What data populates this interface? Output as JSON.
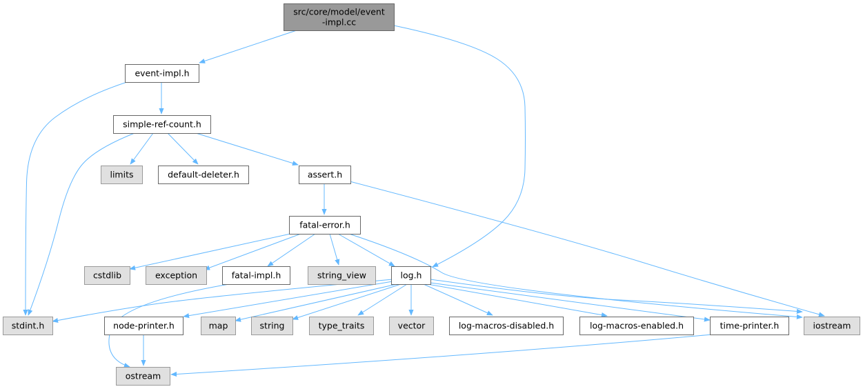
{
  "colors": {
    "edge": "#63b8ff",
    "root_fill": "#999999",
    "project_fill": "#ffffff",
    "system_fill": "#e0e0e0",
    "system_stroke": "#999999",
    "border": "#666666"
  },
  "nodes": {
    "root": {
      "lines": [
        "src/core/model/event",
        "-impl.cc"
      ],
      "kind": "root"
    },
    "event_impl": {
      "lines": [
        "event-impl.h"
      ],
      "kind": "project"
    },
    "simple_ref": {
      "lines": [
        "simple-ref-count.h"
      ],
      "kind": "project"
    },
    "limits": {
      "lines": [
        "limits"
      ],
      "kind": "system"
    },
    "default_del": {
      "lines": [
        "default-deleter.h"
      ],
      "kind": "project"
    },
    "assert": {
      "lines": [
        "assert.h"
      ],
      "kind": "project"
    },
    "fatal_error": {
      "lines": [
        "fatal-error.h"
      ],
      "kind": "project"
    },
    "cstdlib": {
      "lines": [
        "cstdlib"
      ],
      "kind": "system"
    },
    "exception": {
      "lines": [
        "exception"
      ],
      "kind": "system"
    },
    "fatal_impl": {
      "lines": [
        "fatal-impl.h"
      ],
      "kind": "project"
    },
    "string_view": {
      "lines": [
        "string_view"
      ],
      "kind": "system"
    },
    "log": {
      "lines": [
        "log.h"
      ],
      "kind": "project"
    },
    "stdint": {
      "lines": [
        "stdint.h"
      ],
      "kind": "system"
    },
    "node_printer": {
      "lines": [
        "node-printer.h"
      ],
      "kind": "project"
    },
    "map": {
      "lines": [
        "map"
      ],
      "kind": "system"
    },
    "string": {
      "lines": [
        "string"
      ],
      "kind": "system"
    },
    "type_traits": {
      "lines": [
        "type_traits"
      ],
      "kind": "system"
    },
    "vector": {
      "lines": [
        "vector"
      ],
      "kind": "system"
    },
    "log_dis": {
      "lines": [
        "log-macros-disabled.h"
      ],
      "kind": "project"
    },
    "log_en": {
      "lines": [
        "log-macros-enabled.h"
      ],
      "kind": "project"
    },
    "time_printer": {
      "lines": [
        "time-printer.h"
      ],
      "kind": "project"
    },
    "iostream": {
      "lines": [
        "iostream"
      ],
      "kind": "system"
    },
    "ostream": {
      "lines": [
        "ostream"
      ],
      "kind": "system"
    }
  },
  "edges": [
    [
      "root",
      "event_impl"
    ],
    [
      "root",
      "log"
    ],
    [
      "event_impl",
      "simple_ref"
    ],
    [
      "event_impl",
      "stdint"
    ],
    [
      "simple_ref",
      "limits"
    ],
    [
      "simple_ref",
      "default_del"
    ],
    [
      "simple_ref",
      "assert"
    ],
    [
      "simple_ref",
      "stdint"
    ],
    [
      "assert",
      "fatal_error"
    ],
    [
      "assert",
      "iostream"
    ],
    [
      "fatal_error",
      "cstdlib"
    ],
    [
      "fatal_error",
      "exception"
    ],
    [
      "fatal_error",
      "fatal_impl"
    ],
    [
      "fatal_error",
      "string_view"
    ],
    [
      "fatal_error",
      "log"
    ],
    [
      "fatal_error",
      "iostream"
    ],
    [
      "fatal_impl",
      "ostream"
    ],
    [
      "log",
      "stdint"
    ],
    [
      "log",
      "node_printer"
    ],
    [
      "log",
      "map"
    ],
    [
      "log",
      "string"
    ],
    [
      "log",
      "type_traits"
    ],
    [
      "log",
      "vector"
    ],
    [
      "log",
      "log_dis"
    ],
    [
      "log",
      "log_en"
    ],
    [
      "log",
      "time_printer"
    ],
    [
      "log",
      "iostream"
    ],
    [
      "node_printer",
      "ostream"
    ],
    [
      "time_printer",
      "ostream"
    ]
  ]
}
